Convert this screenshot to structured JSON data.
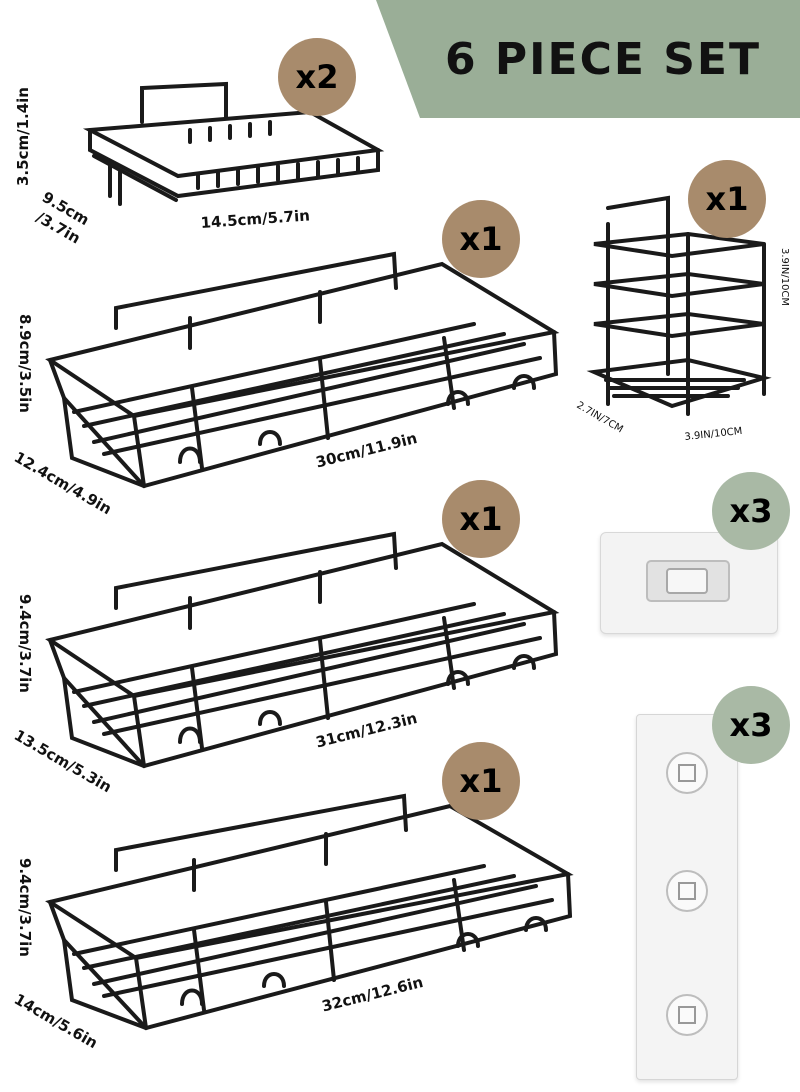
{
  "banner": {
    "title": "6 PIECE SET",
    "color": "#9aae97"
  },
  "items": [
    {
      "name": "soap-dish",
      "quantity": "x2",
      "dims": {
        "height": "3.5cm/1.4in",
        "depth_cm": "9.5cm",
        "depth_in": "/3.7in",
        "width": "14.5cm/5.7in"
      }
    },
    {
      "name": "shelf-1",
      "quantity": "x1",
      "dims": {
        "height": "8.9cm/3.5in",
        "depth": "12.4cm/4.9in",
        "width": "30cm/11.9in"
      }
    },
    {
      "name": "toothbrush-holder",
      "quantity": "x1",
      "dims": {
        "height": "3.9IN/10CM",
        "depth": "2.7IN/7CM",
        "width": "3.9IN/10CM"
      }
    },
    {
      "name": "shelf-2",
      "quantity": "x1",
      "dims": {
        "height": "9.4cm/3.7in",
        "depth": "13.5cm/5.3in",
        "width": "31cm/12.3in"
      }
    },
    {
      "name": "shelf-3",
      "quantity": "x1",
      "dims": {
        "height": "9.4cm/3.7in",
        "depth": "14cm/5.6in",
        "width": "32cm/12.6in"
      }
    },
    {
      "name": "adhesive-hook-small",
      "quantity": "x3"
    },
    {
      "name": "adhesive-strip-long",
      "quantity": "x3"
    }
  ],
  "colors": {
    "badge_tan": "#a88b6c",
    "badge_green": "#a9b9a5",
    "metal": "#1a1a1a"
  }
}
